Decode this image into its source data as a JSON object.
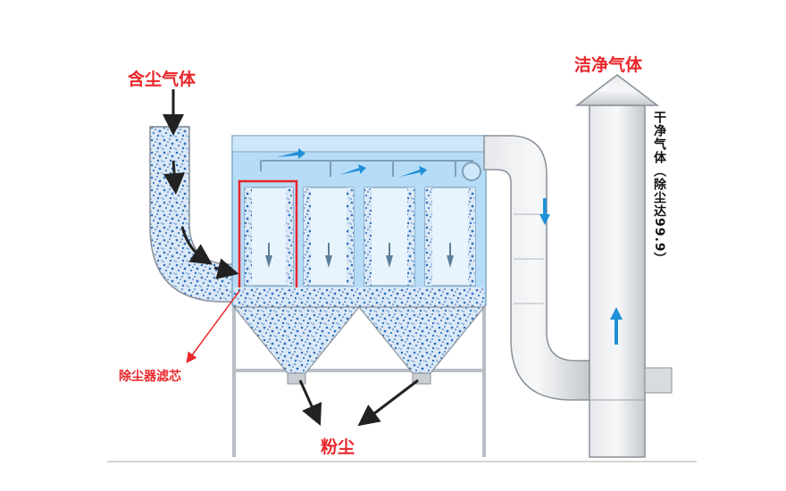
{
  "labels": {
    "dust_gas": "含尘气体",
    "clean_gas": "洁净气体",
    "dry_gas": "干净气体（除尘达99.9）",
    "filter": "除尘器滤芯",
    "dust": "粉尘"
  },
  "colors": {
    "accent_red": "#e8262a",
    "housing_blue": "#b7dcf7",
    "flow_blue": "#1f8fd8",
    "dust_blue": "#2c6fbd",
    "duct_grey": "#cfd3d8"
  },
  "icons": [
    "down-arrow-icon",
    "flow-arrow-icon",
    "up-arrow-icon"
  ]
}
